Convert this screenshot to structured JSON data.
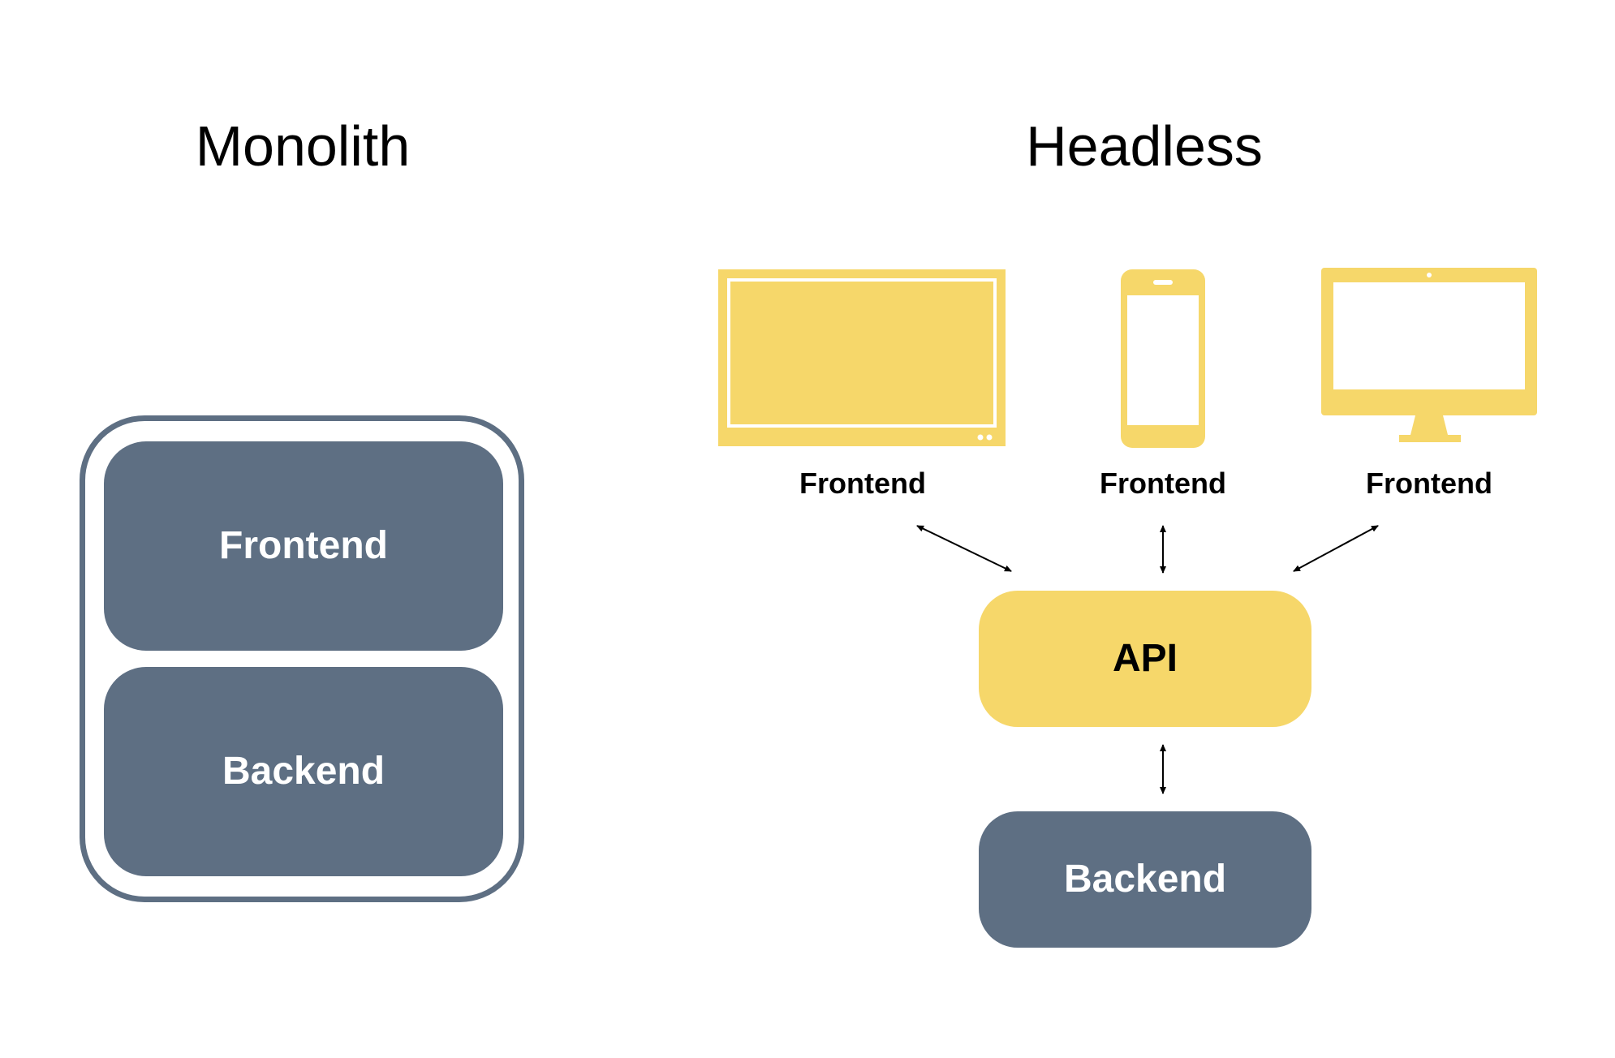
{
  "monolith": {
    "title": "Monolith",
    "frontend_label": "Frontend",
    "backend_label": "Backend"
  },
  "headless": {
    "title": "Headless",
    "devices": [
      {
        "icon": "tablet-icon",
        "label": "Frontend"
      },
      {
        "icon": "smartphone-icon",
        "label": "Frontend"
      },
      {
        "icon": "desktop-monitor-icon",
        "label": "Frontend"
      }
    ],
    "api_label": "API",
    "backend_label": "Backend"
  },
  "colors": {
    "slate": "#5e6f83",
    "yellow": "#f6d76a",
    "background": "#ffffff",
    "text": "#000000"
  }
}
